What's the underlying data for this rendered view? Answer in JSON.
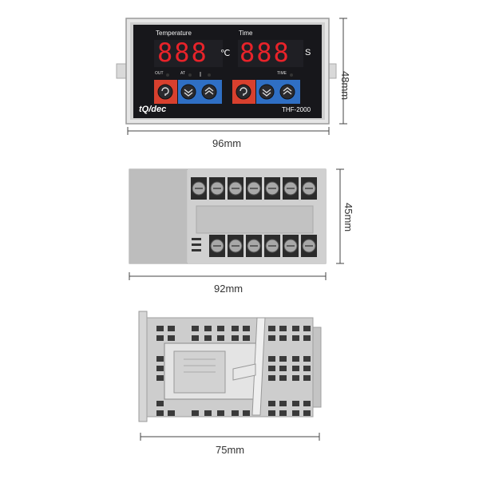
{
  "front_view": {
    "temperature_label": "Temperature",
    "time_label": "Time",
    "temp_digits": "888",
    "temp_unit": "℃",
    "time_digits": "888",
    "time_unit": "S",
    "indicator_out": "OUT",
    "indicator_at": "AT",
    "indicator_time": "TIME",
    "brand": "tQ/dec",
    "model": "THF-2000",
    "width_label": "96mm",
    "height_label": "48mm"
  },
  "top_view": {
    "width_label": "92mm",
    "height_label": "45mm"
  },
  "side_view": {
    "width_label": "75mm"
  },
  "colors": {
    "panel_black": "#17171b",
    "led_red": "#e8232a",
    "button_red": "#d8402e",
    "button_blue": "#2f6fc4",
    "body_grey": "#c9c9c9"
  }
}
